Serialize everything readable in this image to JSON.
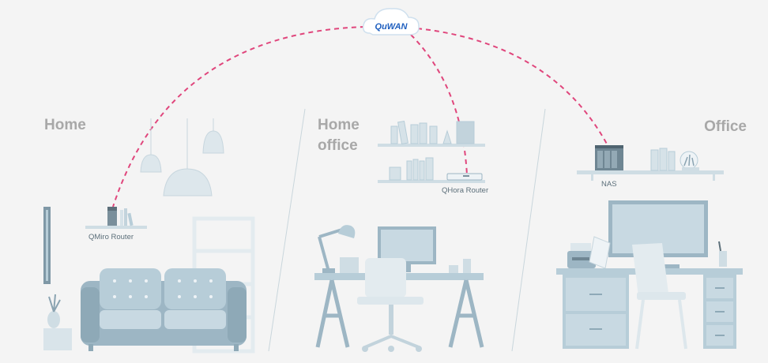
{
  "cloud": {
    "label": "QuWAN"
  },
  "zones": {
    "home": {
      "title": "Home"
    },
    "home_office": {
      "title_line1": "Home",
      "title_line2": "office"
    },
    "office": {
      "title": "Office"
    }
  },
  "devices": {
    "qmiro": {
      "label": "QMiro Router"
    },
    "qhora": {
      "label": "QHora Router"
    },
    "nas": {
      "label": "NAS"
    }
  },
  "colors": {
    "background": "#f4f4f4",
    "link_dash": "#e0467c",
    "furniture": "#b7cdd8",
    "furniture_dark": "#9db6c4",
    "furniture_light": "#dde7ec",
    "title_text": "#a8a8a8",
    "label_text": "#5c6f7a",
    "brand_blue": "#1f5fbf"
  }
}
